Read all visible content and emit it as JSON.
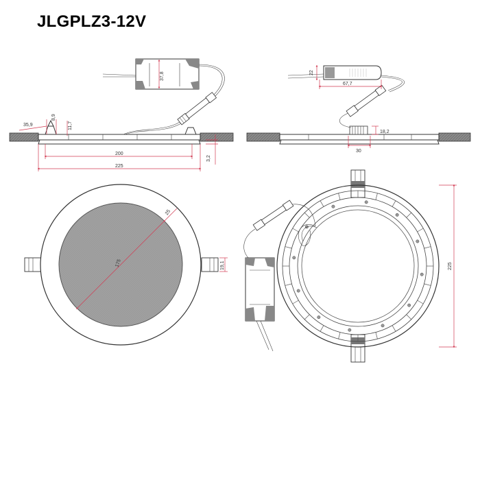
{
  "title": "JLGPLZ3-12V",
  "dimensions": {
    "d_35_9": "35,9",
    "d_8_9": "8,9",
    "d_11_7": "11,7",
    "d_200": "200",
    "d_225_side": "225",
    "d_3_2": "3,2",
    "d_37_8": "37,8",
    "d_22": "22",
    "d_67_7": "67,7",
    "d_18_2": "18,2",
    "d_30": "30",
    "d_175": "175",
    "d_25": "25",
    "d_19_1": "19,1",
    "d_225_back": "225"
  },
  "colors": {
    "dimension_line": "#d23a52",
    "drawing_line": "#333333",
    "ceiling_fill": "#8c8c8c",
    "panel_fill": "#9a9a9a"
  }
}
